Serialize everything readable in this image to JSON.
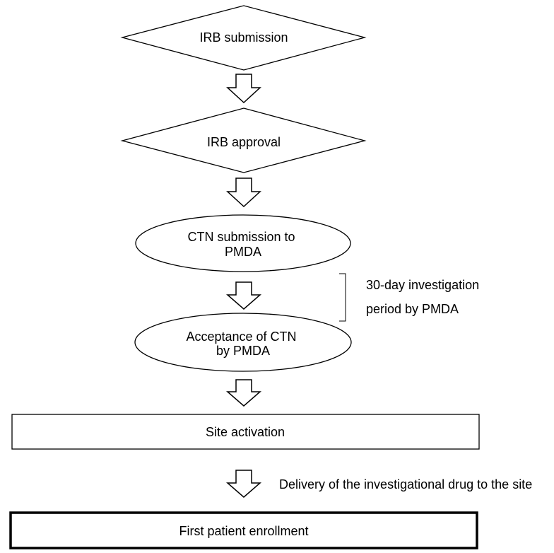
{
  "flowchart": {
    "irb_submission": "IRB submission",
    "irb_approval": "IRB approval",
    "ctn_submission": [
      "CTN submission to",
      "PMDA"
    ],
    "ctn_acceptance": [
      "Acceptance of CTN",
      "by PMDA"
    ],
    "site_activation": "Site activation",
    "first_patient": "First patient enrollment"
  },
  "annotations": {
    "investigation_period": [
      "30-day investigation",
      "period by PMDA"
    ],
    "drug_delivery": "Delivery of the investigational drug to the site"
  }
}
